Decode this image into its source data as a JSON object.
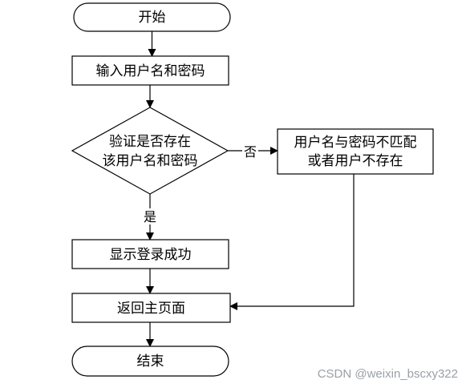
{
  "diagram": {
    "nodes": {
      "start": "开始",
      "input": "输入用户名和密码",
      "verify_line1": "验证是否存在",
      "verify_line2": "该用户名和密码",
      "mismatch_line1": "用户名与密码不匹配",
      "mismatch_line2": "或者用户不存在",
      "success": "显示登录成功",
      "return": "返回主页面",
      "end": "结束"
    },
    "edges": {
      "no_label": "否",
      "yes_label": "是"
    }
  },
  "watermark": "CSDN @weixin_bscxy322"
}
